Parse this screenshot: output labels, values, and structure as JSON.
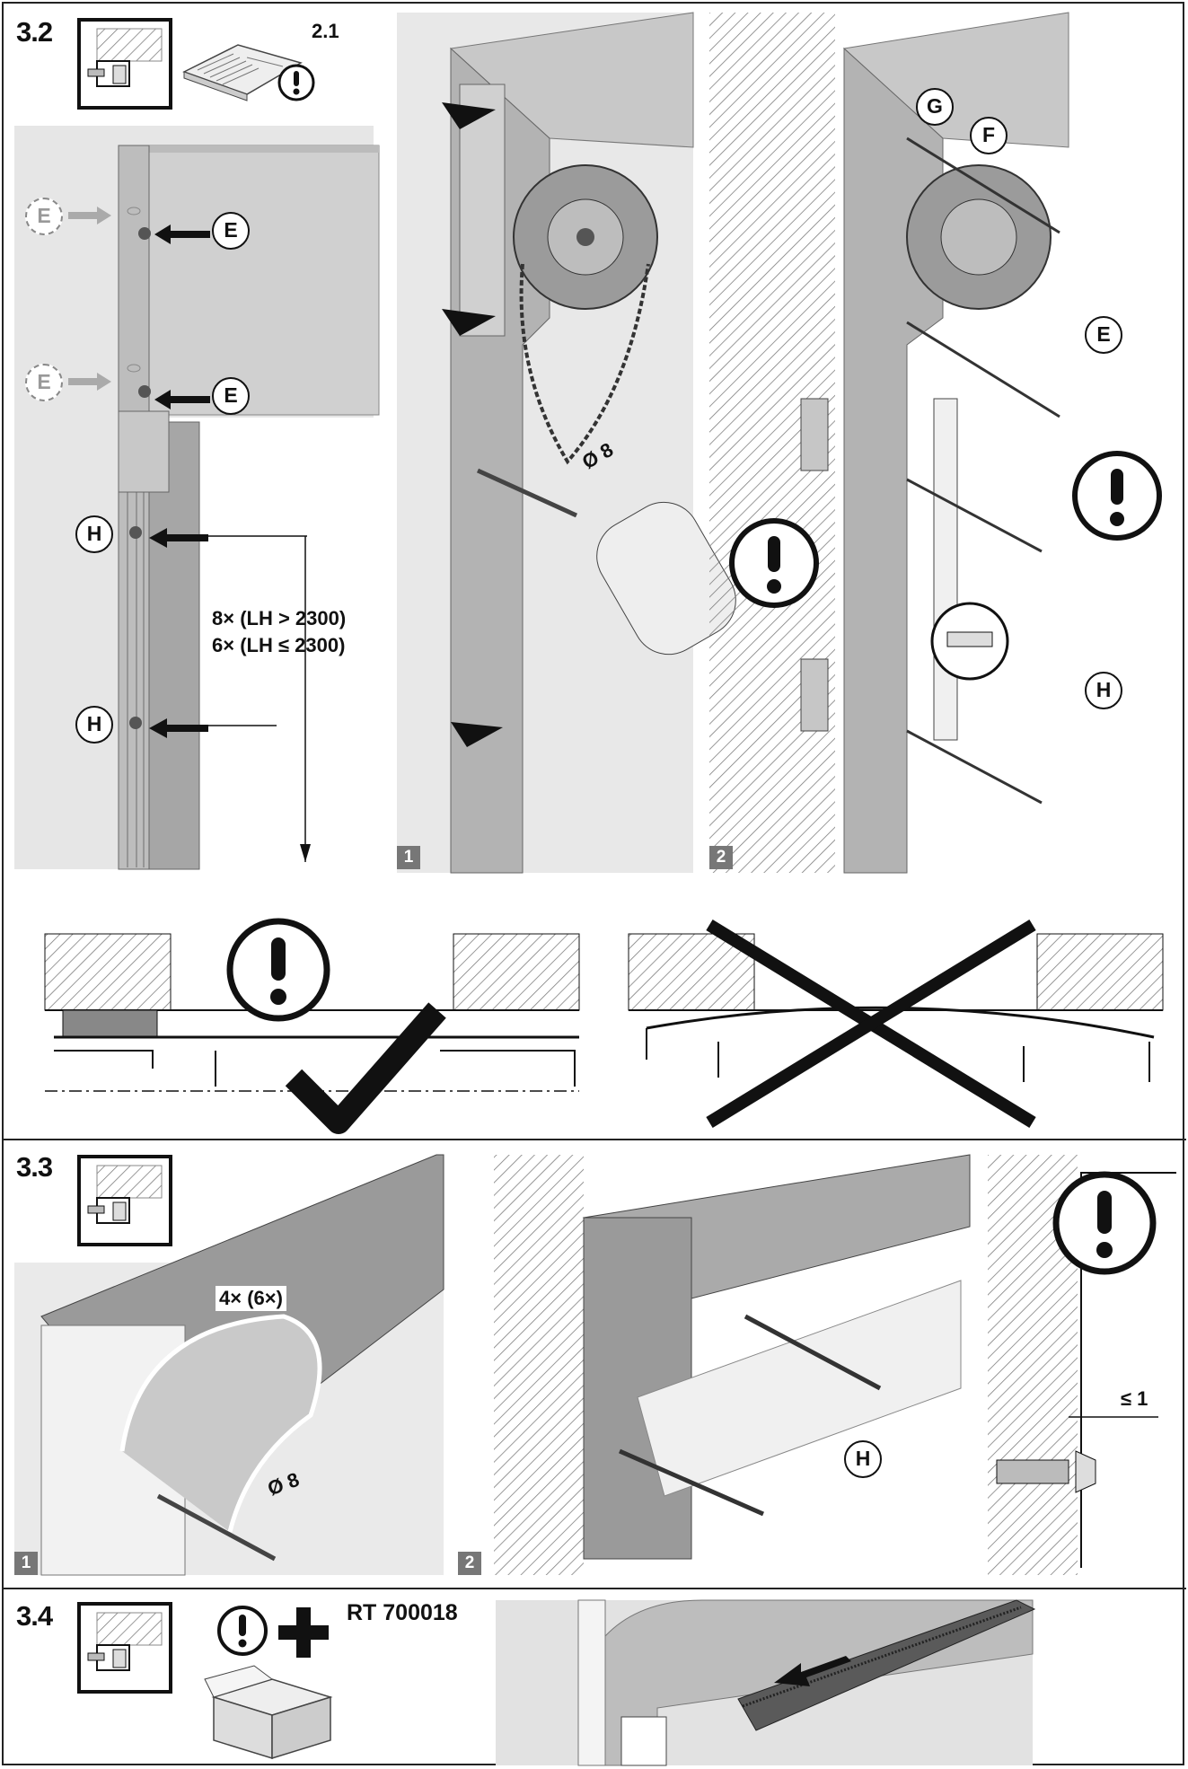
{
  "sections": {
    "s32": {
      "number": "3.2",
      "ref": "2.1",
      "labels": {
        "E": "E",
        "F": "F",
        "G": "G",
        "H": "H"
      },
      "quantity_line_1": "8× (LH > 2300)",
      "quantity_line_2": "6× (LH ≤ 2300)",
      "drill_diameter": "Ø 8",
      "step1": "1",
      "step2": "2"
    },
    "s33": {
      "number": "3.3",
      "screw_count": "4× (6×)",
      "drill_diameter": "Ø 8",
      "gap": "≤ 1",
      "label_H": "H",
      "step1": "1",
      "step2": "2"
    },
    "s34": {
      "number": "3.4",
      "part_number": "RT 700018"
    }
  },
  "icons": [
    "wall-mount-icon",
    "manual-book-icon",
    "warning-icon",
    "check-mark-icon",
    "cross-mark-icon",
    "box-icon",
    "plus-icon",
    "drill-icon",
    "spirit-level-icon"
  ],
  "colors": {
    "line": "#111111",
    "panel_gray": "#d9d9d9",
    "dark_gray": "#8a8a8a",
    "step_badge": "#777777"
  }
}
